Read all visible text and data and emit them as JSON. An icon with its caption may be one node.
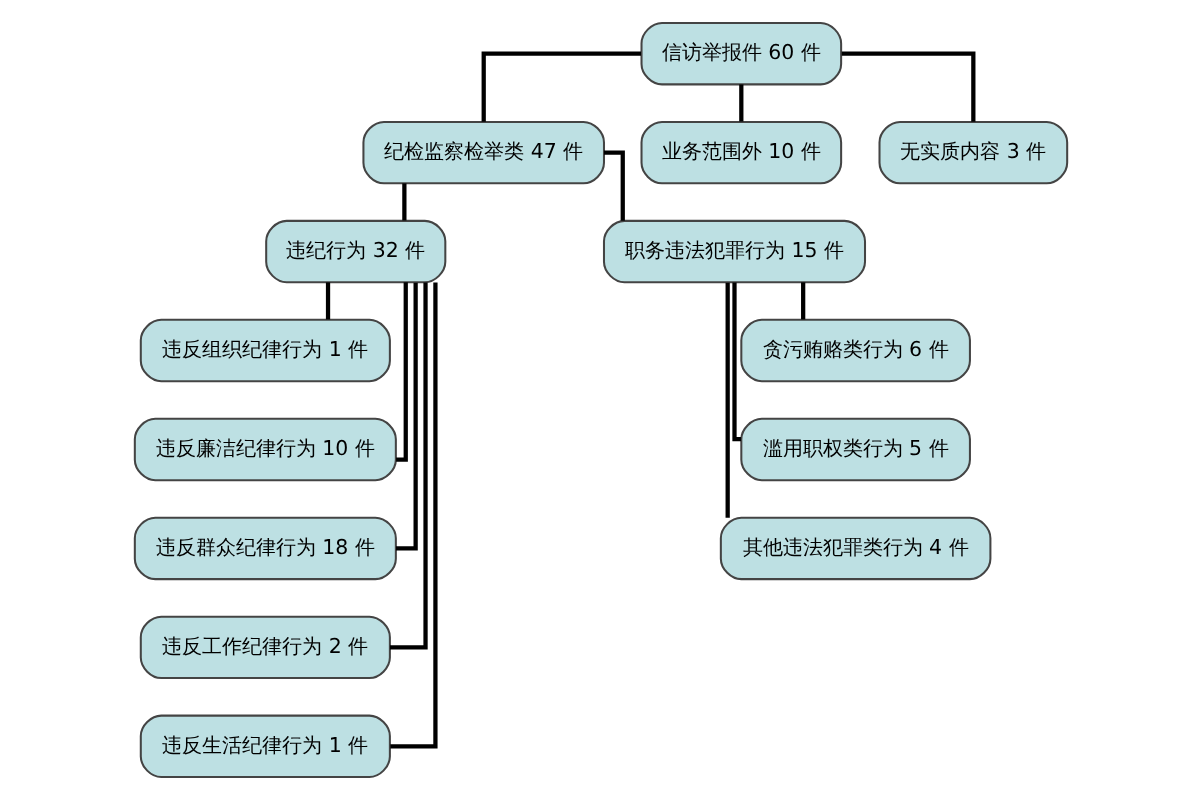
{
  "diagram": {
    "nodes": [
      {
        "text": [
          "信访举报件 60 件"
        ]
      },
      {
        "text": [
          "纪检监察检举类 47 件"
        ]
      },
      {
        "text": [
          "业务范围外 10 件"
        ]
      },
      {
        "text": [
          "无实质内容 3 件"
        ]
      },
      {
        "text": [
          "违纪行为 32 件"
        ]
      },
      {
        "text": [
          "职务违法犯罪行为 15 件"
        ]
      },
      {
        "text": [
          "违反组织纪律行为 1 件"
        ]
      },
      {
        "text": [
          "违反廉洁纪律行为 10 件"
        ]
      },
      {
        "text": [
          "违反群众纪律行为 18 件"
        ]
      },
      {
        "text": [
          "违反工作纪律行为 2 件"
        ]
      },
      {
        "text": [
          "违反生活纪律行为 1 件"
        ]
      },
      {
        "text": [
          "贪污贿赂类行为 6 件"
        ]
      },
      {
        "text": [
          "滥用职权类行为 5 件"
        ]
      },
      {
        "text": [
          "其他违法犯罪类行为 4 件"
        ]
      }
    ],
    "edges": [
      {
        "from": 0,
        "to": 1,
        "arrow": "none"
      },
      {
        "from": 0,
        "to": 2,
        "arrow": "none"
      },
      {
        "from": 0,
        "to": 3,
        "arrow": "none"
      },
      {
        "from": 1,
        "to": 4,
        "arrow": "none"
      },
      {
        "from": 1,
        "to": 5,
        "arrow": "none"
      },
      {
        "from": 4,
        "to": 6,
        "arrow": "none"
      },
      {
        "from": 4,
        "to": 7,
        "arrow": "none"
      },
      {
        "from": 4,
        "to": 8,
        "arrow": "none"
      },
      {
        "from": 4,
        "to": 9,
        "arrow": "none"
      },
      {
        "from": 4,
        "to": 10,
        "arrow": "none"
      },
      {
        "from": 5,
        "to": 11,
        "arrow": "none"
      },
      {
        "from": 5,
        "to": 12,
        "arrow": "none"
      },
      {
        "from": 5,
        "to": 13,
        "arrow": "none"
      }
    ]
  }
}
